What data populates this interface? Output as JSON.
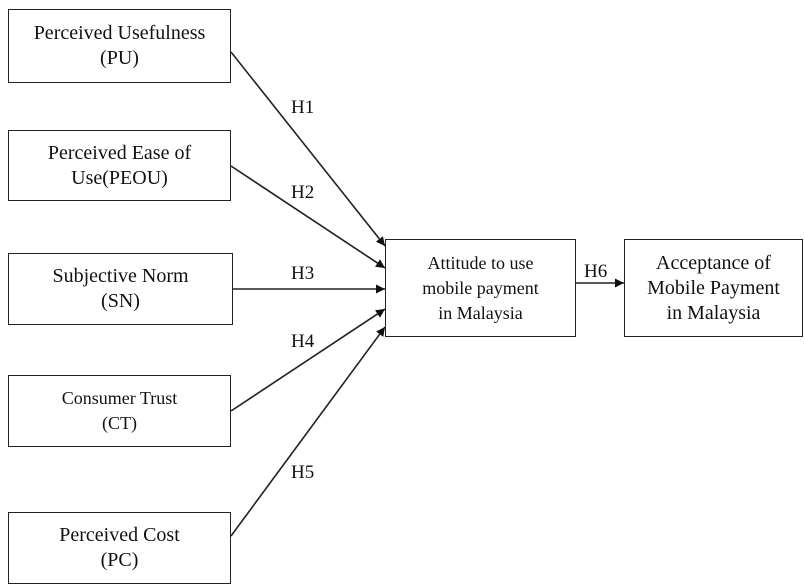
{
  "boxes": {
    "pu": {
      "line1": "Perceived Usefulness",
      "line2": "(PU)"
    },
    "peou": {
      "line1": "Perceived Ease of",
      "line2": "Use(PEOU)"
    },
    "sn": {
      "line1": "Subjective Norm",
      "line2": "(SN)"
    },
    "ct": {
      "line1": "Consumer Trust",
      "line2": "(CT)"
    },
    "pc": {
      "line1": "Perceived Cost",
      "line2": "(PC)"
    },
    "attitude": {
      "line1": "Attitude to use",
      "line2": "mobile payment",
      "line3": "in Malaysia"
    },
    "acceptance": {
      "line1": "Acceptance of",
      "line2": "Mobile Payment",
      "line3": "in Malaysia"
    }
  },
  "hypotheses": {
    "h1": "H1",
    "h2": "H2",
    "h3": "H3",
    "h4": "H4",
    "h5": "H5",
    "h6": "H6"
  }
}
